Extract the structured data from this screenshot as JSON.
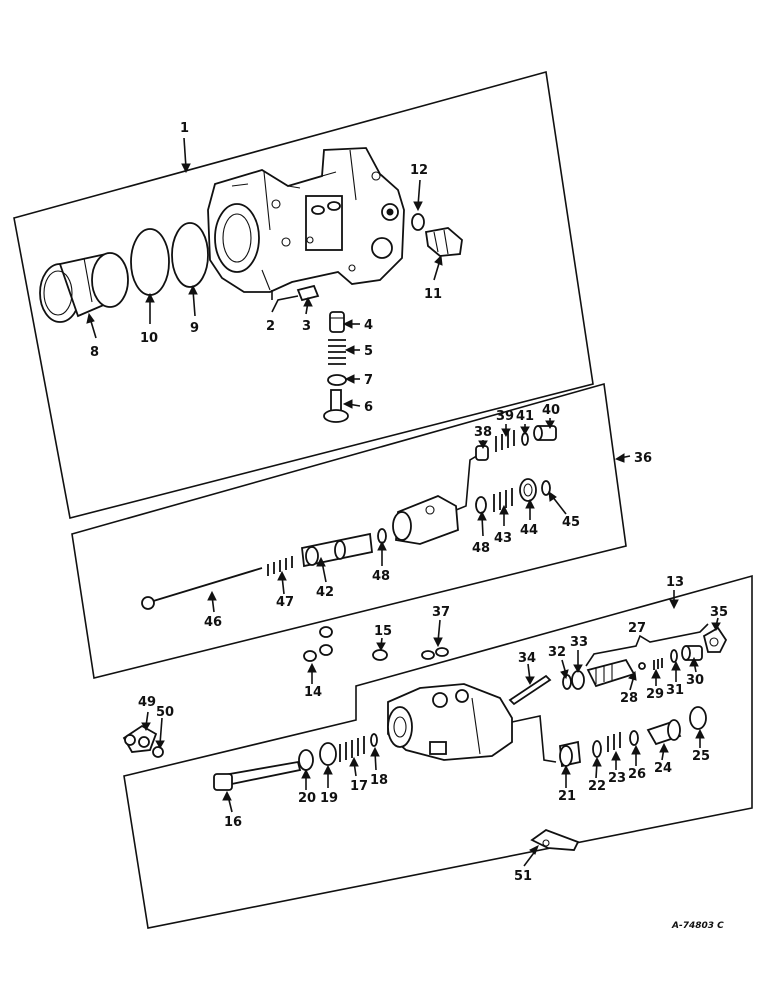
{
  "drawing_code": "A-74803 C",
  "callouts": {
    "c1": "1",
    "c2": "2",
    "c3": "3",
    "c4": "4",
    "c5": "5",
    "c6": "6",
    "c7": "7",
    "c8": "8",
    "c9": "9",
    "c10": "10",
    "c11": "11",
    "c12": "12",
    "c13": "13",
    "c14": "14",
    "c15": "15",
    "c16": "16",
    "c17": "17",
    "c18": "18",
    "c19": "19",
    "c20": "20",
    "c21": "21",
    "c22": "22",
    "c23": "23",
    "c24": "24",
    "c25": "25",
    "c26": "26",
    "c27": "27",
    "c28": "28",
    "c29": "29",
    "c30": "30",
    "c31": "31",
    "c32": "32",
    "c33": "33",
    "c34": "34",
    "c35": "35",
    "c36": "36",
    "c37": "37",
    "c38": "38",
    "c39": "39",
    "c40": "40",
    "c41": "41",
    "c42": "42",
    "c43": "43",
    "c44": "44",
    "c45": "45",
    "c46": "46",
    "c47": "47",
    "c48a": "48",
    "c48b": "48",
    "c49": "49",
    "c50": "50",
    "c51": "51"
  }
}
